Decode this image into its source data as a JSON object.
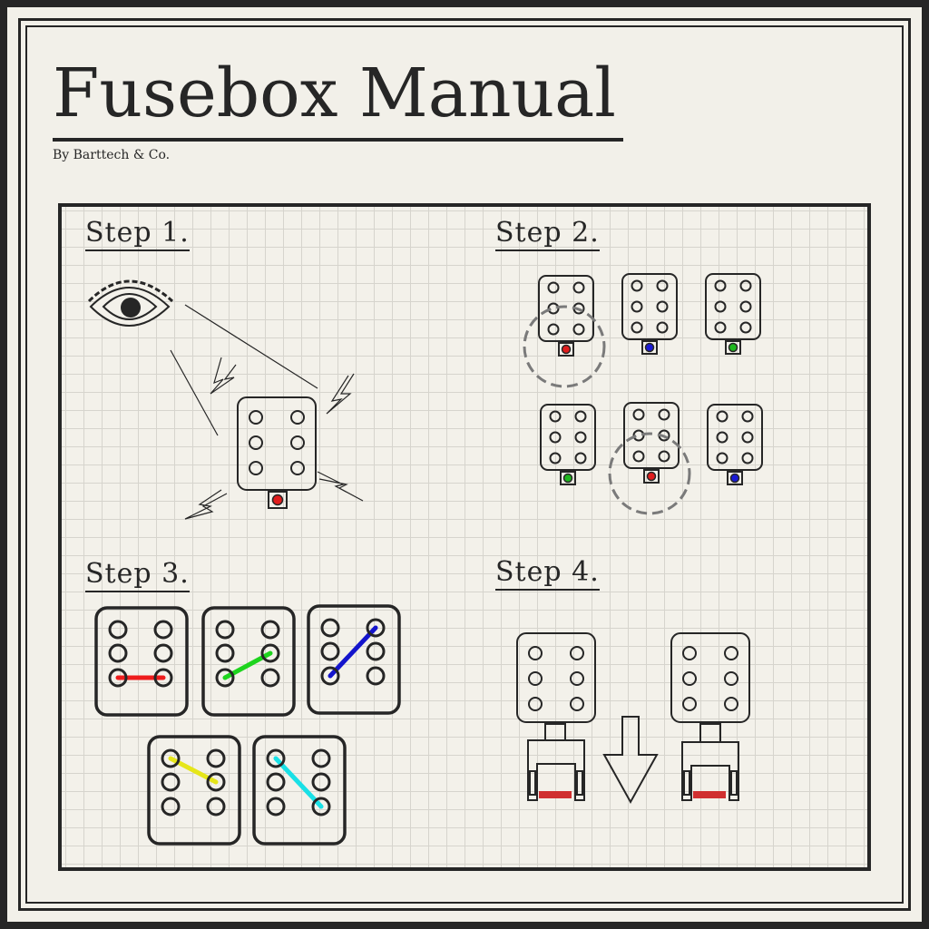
{
  "manual": {
    "title": "Fusebox Manual",
    "byline": "By Barttech & Co."
  },
  "steps": [
    {
      "label": "Step 1."
    },
    {
      "label": "Step 2."
    },
    {
      "label": "Step 3."
    },
    {
      "label": "Step 4."
    }
  ],
  "colors": {
    "ink": "#262626",
    "paper": "#f2f0e9",
    "red_light": "#e11d1d",
    "blue_light": "#1a1ad6",
    "green_light": "#1fb81f",
    "wire_red": "#ee1c1c",
    "wire_green": "#1ed41e",
    "wire_blue": "#1414cc",
    "wire_yellow": "#e6e619",
    "wire_cyan": "#19e0e6",
    "latch_red": "#d03030",
    "highlight_circle": "#7a7a7a"
  },
  "step2_fuses": [
    {
      "light": "red",
      "highlighted": true
    },
    {
      "light": "blue",
      "highlighted": false
    },
    {
      "light": "green",
      "highlighted": false
    },
    {
      "light": "green",
      "highlighted": false
    },
    {
      "light": "red",
      "highlighted": true
    },
    {
      "light": "blue",
      "highlighted": false
    }
  ],
  "step3_wirings": [
    {
      "color": "red",
      "from": "bottom-left",
      "to": "bottom-right"
    },
    {
      "color": "green",
      "from": "bottom-left",
      "to": "middle-right"
    },
    {
      "color": "blue",
      "from": "bottom-left",
      "to": "top-right"
    },
    {
      "color": "yellow",
      "from": "top-left",
      "to": "middle-right"
    },
    {
      "color": "cyan",
      "from": "top-left",
      "to": "bottom-right"
    }
  ]
}
